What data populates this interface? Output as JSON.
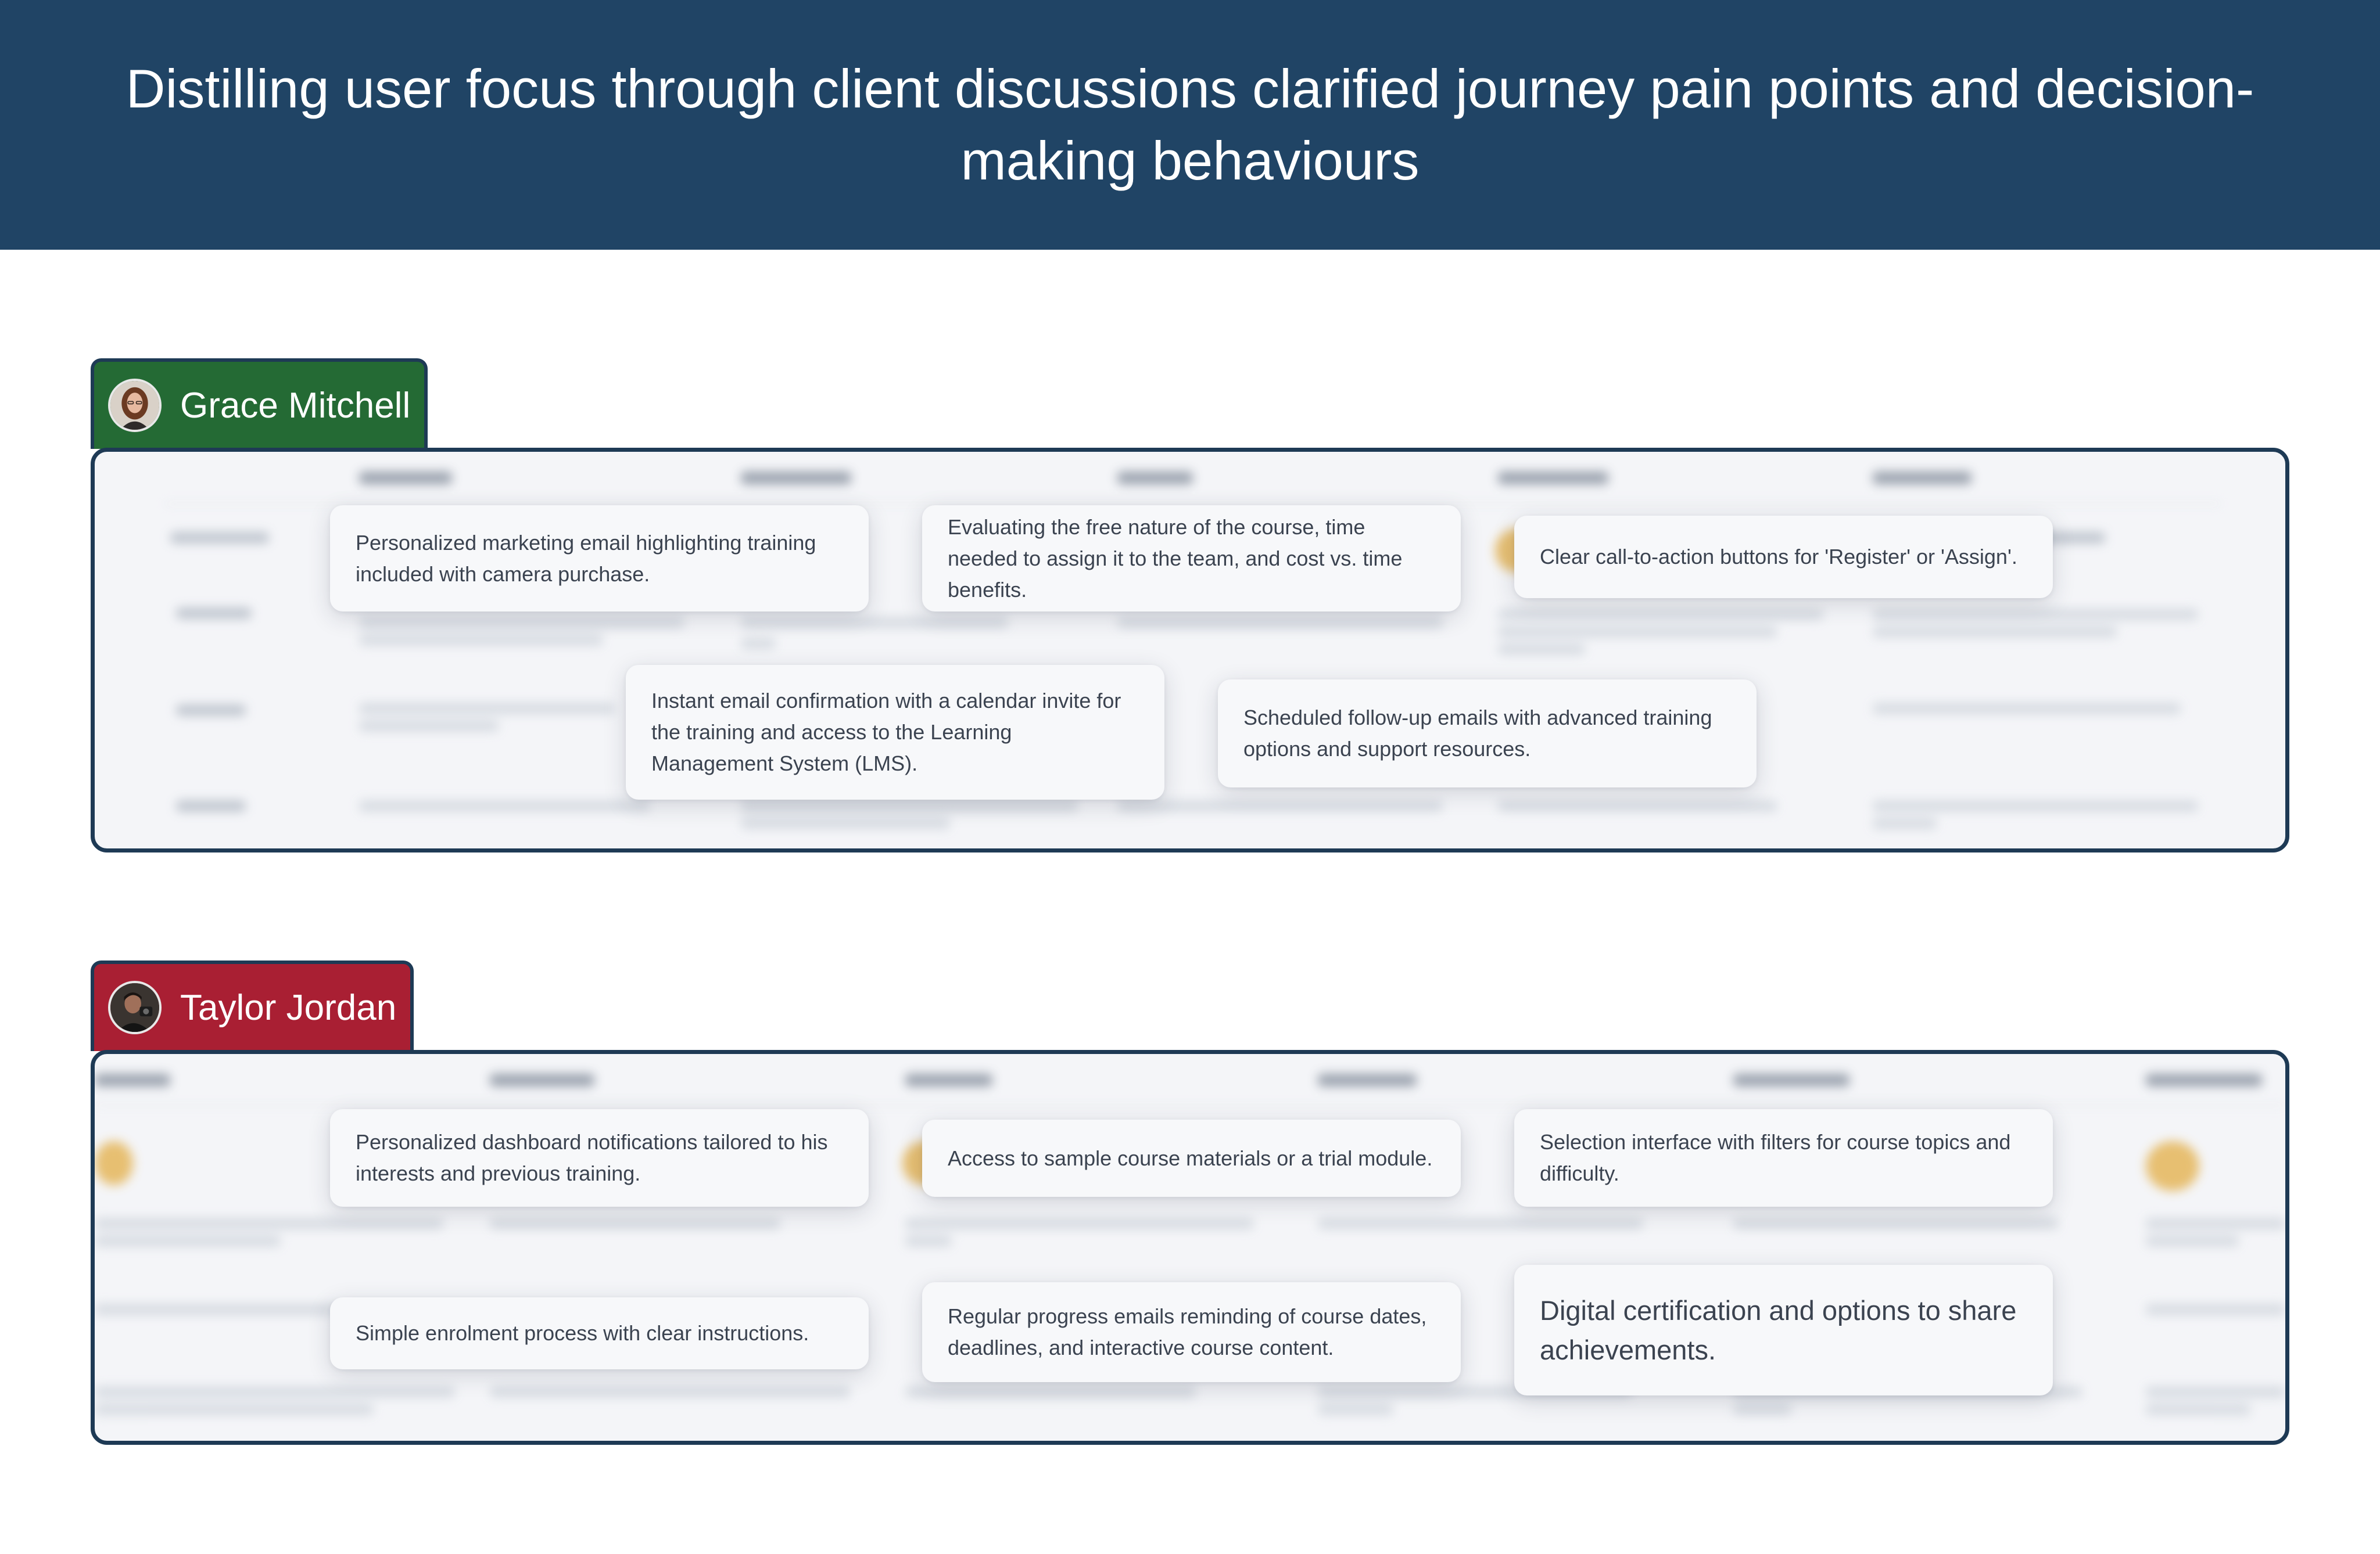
{
  "header": {
    "title": "Distilling user focus through client discussions clarified journey pain points and decision-making behaviours"
  },
  "personas": [
    {
      "name": "Grace Mitchell",
      "tab_color": "#246a34",
      "avatar_icon": "woman-portrait-avatar",
      "cards": [
        "Personalized marketing email highlighting training included with camera purchase.",
        "Evaluating the free nature of the course, time needed to assign it to the team, and cost vs. time benefits.",
        "Clear call-to-action buttons for 'Register' or 'Assign'.",
        "Instant email confirmation with a calendar invite for the training and access to the Learning Management System (LMS).",
        "Scheduled follow-up emails with advanced training options and support resources."
      ]
    },
    {
      "name": "Taylor Jordan",
      "tab_color": "#a91f33",
      "avatar_icon": "man-portrait-avatar",
      "cards": [
        "Personalized dashboard notifications tailored to his interests and previous training.",
        "Access to sample course materials or a trial module.",
        "Selection interface with filters for course topics and difficulty.",
        "Simple enrolment process with clear instructions.",
        "Regular progress emails reminding of course dates, deadlines, and interactive course content.",
        "Digital certification and options to share achievements."
      ]
    }
  ],
  "colors": {
    "header_bg": "#204465",
    "panel_border": "#1e3a55",
    "panel_bg": "#f4f5f8",
    "highlight_dot": "#e5b65a"
  }
}
